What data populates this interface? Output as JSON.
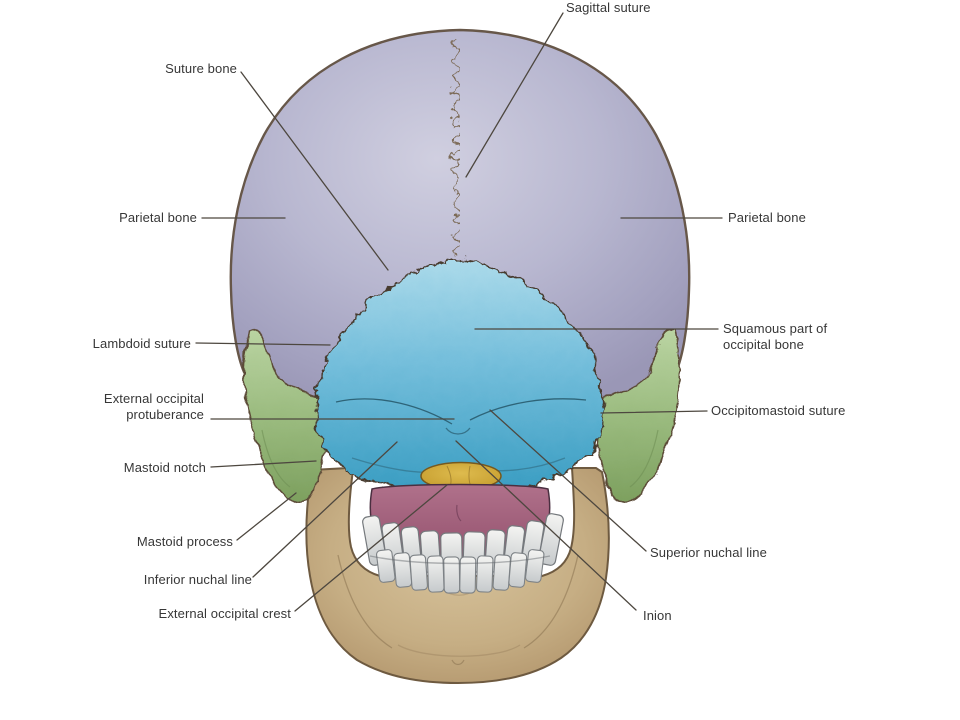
{
  "labels": {
    "sagittal_suture": "Sagittal suture",
    "suture_bone": "Suture bone",
    "parietal_bone_left": "Parietal bone",
    "lambdoid_suture": "Lambdoid suture",
    "external_occipital_protuberance": "External occipital protuberance",
    "mastoid_notch": "Mastoid notch",
    "mastoid_process": "Mastoid process",
    "inferior_nuchal_line": "Inferior nuchal line",
    "external_occipital_crest": "External occipital crest",
    "parietal_bone_right": "Parietal bone",
    "squamous_part_of_occipital_bone": "Squamous part of occipital bone",
    "occipitomastoid_suture": "Occipitomastoid suture",
    "superior_nuchal_line": "Superior nuchal line",
    "inion": "Inion"
  },
  "colors": {
    "background": "#ffffff",
    "parietal_bone": "#b4b3cc",
    "occipital_squamous": "#62b5d3",
    "temporal_bone": "#9cbb80",
    "mandible": "#c2a97e",
    "maxilla": "#a05f7b",
    "palatine_area": "#cda332",
    "teeth": "#e9ebea",
    "leader_line": "#4d473f",
    "label_text": "#373737"
  }
}
